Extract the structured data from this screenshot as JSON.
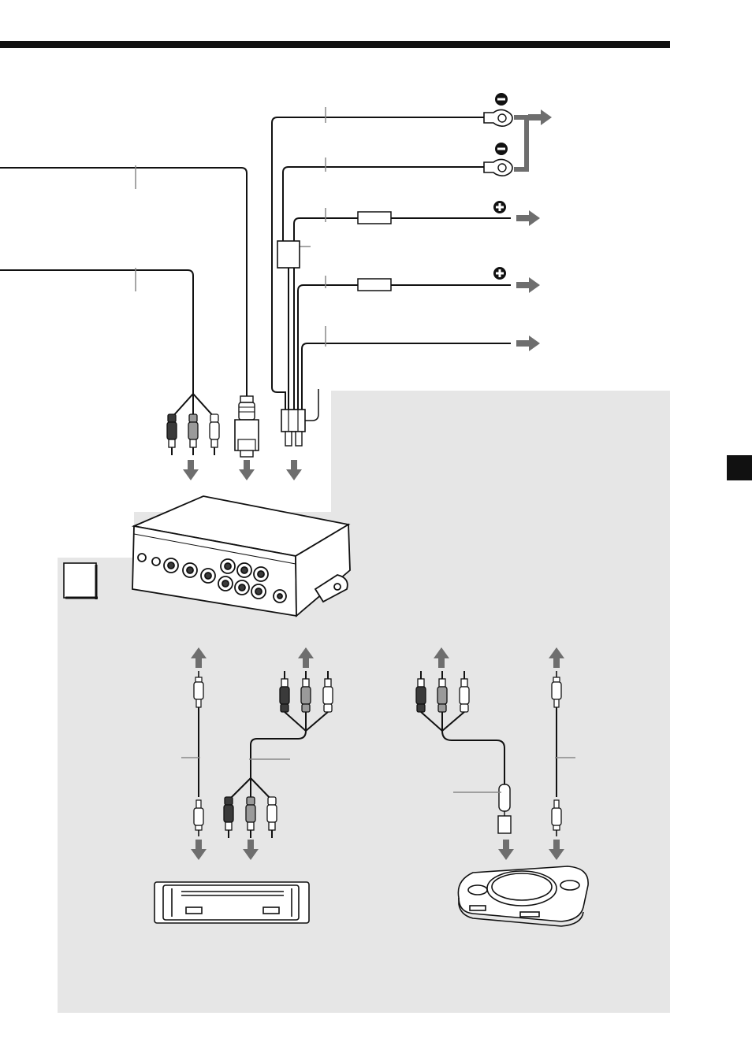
{
  "page": {
    "title": "",
    "section_tab": "",
    "callout_box_label": ""
  },
  "colors": {
    "ink": "#111111",
    "panel": "#e6e6e6",
    "arrow": "#6e6e6e",
    "plug_dark": "#3a3a3a",
    "plug_mid": "#9a9a9a",
    "plug_light": "#ffffff"
  },
  "power_leads": [
    {
      "terminal": "minus-ring",
      "symbol": "−"
    },
    {
      "terminal": "minus-ring",
      "symbol": "−"
    },
    {
      "terminal": "plus-fused",
      "symbol": "+"
    },
    {
      "terminal": "plus-fused",
      "symbol": "+"
    },
    {
      "terminal": "plain",
      "symbol": ""
    }
  ],
  "devices": [
    "distribution-box",
    "car-audio-unit",
    "game-console"
  ],
  "icons": [
    "ring-terminal-icon",
    "fuse-icon",
    "rca-plug-icon",
    "din-plug-icon",
    "mini-plug-icon",
    "arrow-icon"
  ]
}
